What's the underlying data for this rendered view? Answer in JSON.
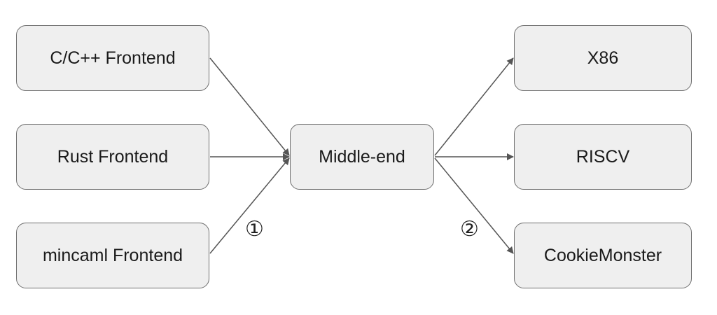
{
  "frontends": [
    {
      "label": "C/C++ Frontend"
    },
    {
      "label": "Rust Frontend"
    },
    {
      "label": "mincaml Frontend"
    }
  ],
  "middle": {
    "label": "Middle-end"
  },
  "backends": [
    {
      "label": "X86"
    },
    {
      "label": "RISCV"
    },
    {
      "label": "CookieMonster"
    }
  ],
  "markers": {
    "step1": "①",
    "step2": "②"
  },
  "colors": {
    "box_fill": "#efefef",
    "box_border": "#6e6e6e",
    "arrow": "#555555",
    "text": "#1a1a1a"
  }
}
